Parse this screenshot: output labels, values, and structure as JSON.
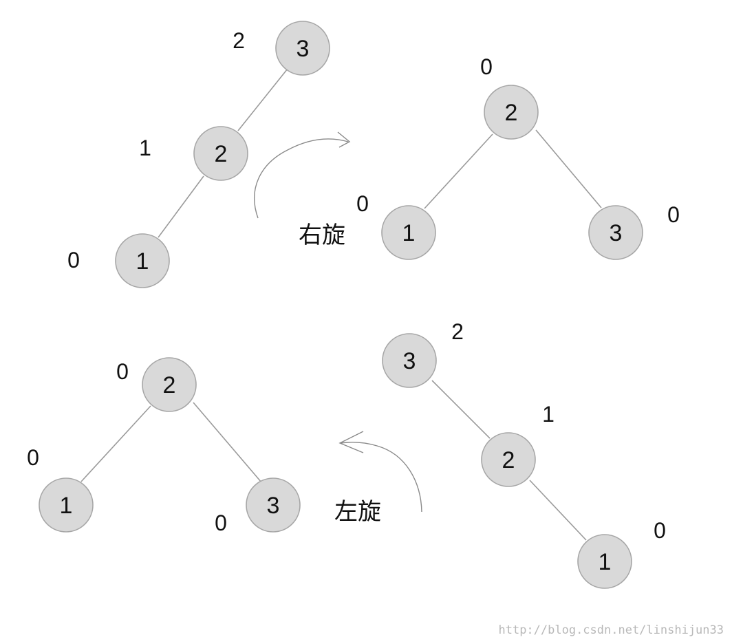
{
  "diagrams": {
    "right_rotation_before": {
      "nodes": [
        {
          "label": "3",
          "balance": "2"
        },
        {
          "label": "2",
          "balance": "1"
        },
        {
          "label": "1",
          "balance": "0"
        }
      ]
    },
    "right_rotation_after": {
      "nodes": [
        {
          "label": "2",
          "balance": "0"
        },
        {
          "label": "1",
          "balance": "0"
        },
        {
          "label": "3",
          "balance": "0"
        }
      ]
    },
    "left_rotation_before": {
      "nodes": [
        {
          "label": "3",
          "balance": "2"
        },
        {
          "label": "2",
          "balance": "1"
        },
        {
          "label": "1",
          "balance": "0"
        }
      ]
    },
    "left_rotation_after": {
      "nodes": [
        {
          "label": "2",
          "balance": "0"
        },
        {
          "label": "1",
          "balance": "0"
        },
        {
          "label": "3",
          "balance": "0"
        }
      ]
    }
  },
  "operations": {
    "right_rotation": "右旋",
    "left_rotation": "左旋"
  },
  "watermark": "http://blog.csdn.net/linshijun33"
}
